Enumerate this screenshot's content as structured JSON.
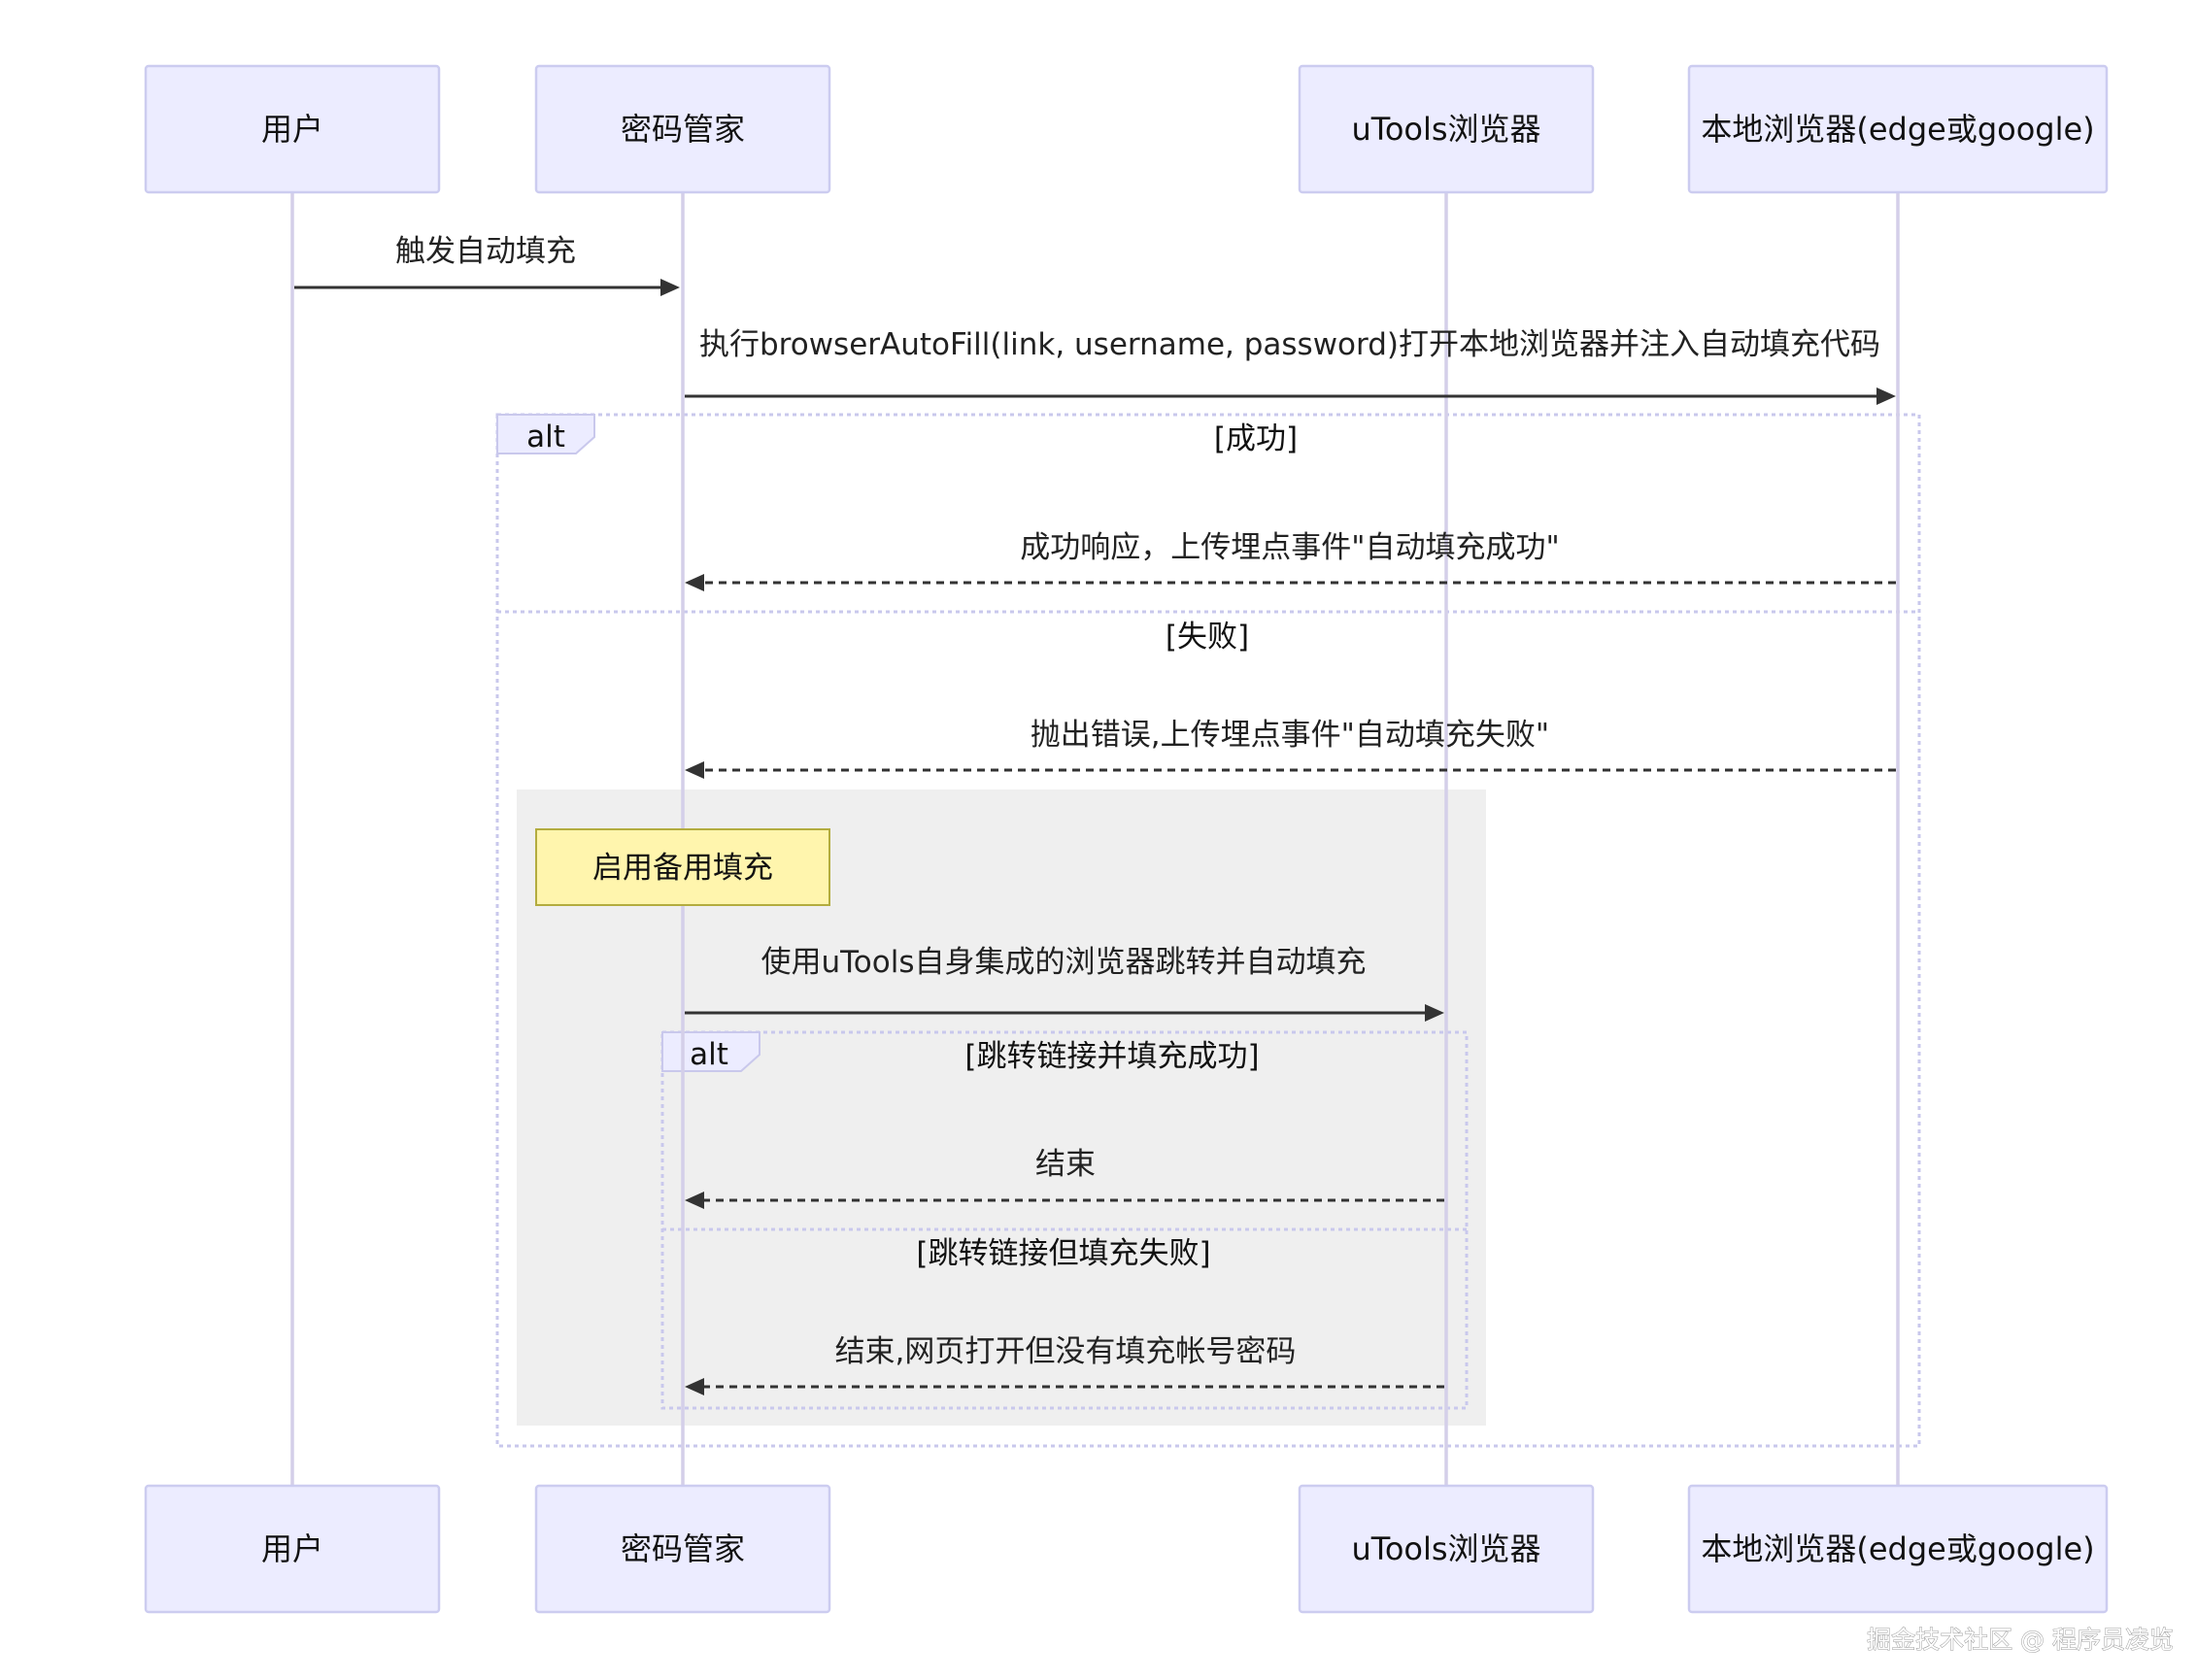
{
  "actors": [
    {
      "id": "user",
      "label": "用户"
    },
    {
      "id": "pm",
      "label": "密码管家"
    },
    {
      "id": "utools",
      "label": "uTools浏览器"
    },
    {
      "id": "local",
      "label": "本地浏览器(edge或google)"
    }
  ],
  "messages": [
    {
      "id": "m1",
      "label": "触发自动填充",
      "style": "solid"
    },
    {
      "id": "m2",
      "label": "执行browserAutoFill(link, username, password)打开本地浏览器并注入自动填充代码",
      "style": "solid"
    },
    {
      "id": "m3",
      "label": "成功响应，上传埋点事件\"自动填充成功\"",
      "style": "dashed"
    },
    {
      "id": "m4",
      "label": "抛出错误,上传埋点事件\"自动填充失败\"",
      "style": "dashed"
    },
    {
      "id": "m5",
      "label": "使用uTools自身集成的浏览器跳转并自动填充",
      "style": "solid"
    },
    {
      "id": "m6",
      "label": "结束",
      "style": "dashed"
    },
    {
      "id": "m7",
      "label": "结束,网页打开但没有填充帐号密码",
      "style": "dashed"
    }
  ],
  "frames": {
    "outer": {
      "keyword": "alt",
      "branch1": "[成功]",
      "branch2": "[失败]"
    },
    "inner": {
      "keyword": "alt",
      "branch1": "[跳转链接并填充成功]",
      "branch2": "[跳转链接但填充失败]"
    }
  },
  "note": {
    "label": "启用备用填充"
  },
  "watermark": "掘金技术社区 @ 程序员凌览"
}
